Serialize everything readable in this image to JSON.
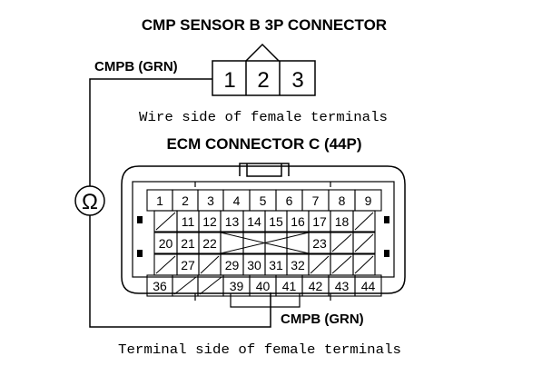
{
  "sensor_connector": {
    "title": "CMP SENSOR B 3P CONNECTOR",
    "terminals": [
      "1",
      "2",
      "3"
    ],
    "caption": "Wire side of female terminals"
  },
  "ecm_connector": {
    "title": "ECM CONNECTOR C (44P)",
    "caption": "Terminal side of female terminals"
  },
  "wire_labels": {
    "top": "CMPB (GRN)",
    "bottom": "CMPB (GRN)"
  },
  "meter_symbol": "Ω",
  "ecm_rows": [
    [
      "1",
      "2",
      "3",
      "4",
      "5",
      "6",
      "7",
      "8",
      "9"
    ],
    [
      "",
      "11",
      "12",
      "13",
      "14",
      "15",
      "16",
      "17",
      "18",
      ""
    ],
    [
      "20",
      "21",
      "22",
      "",
      "",
      "",
      "",
      "23",
      "",
      ""
    ],
    [
      "",
      "27",
      "",
      "29",
      "30",
      "31",
      "32",
      "",
      "",
      ""
    ],
    [
      "36",
      "",
      "",
      "39",
      "40",
      "41",
      "42",
      "43",
      "44"
    ]
  ]
}
